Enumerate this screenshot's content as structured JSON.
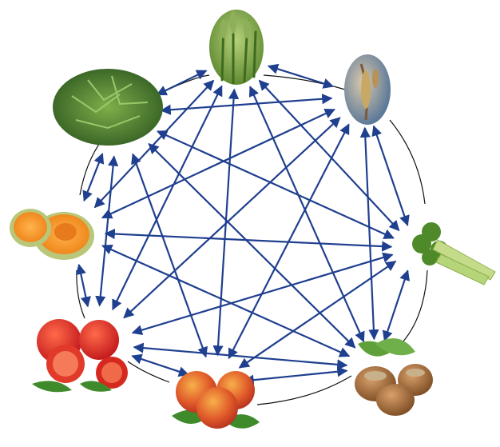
{
  "colors": {
    "arrow": "#1f3f8f",
    "ring": "#111111",
    "background": "#ffffff"
  },
  "nodes": [
    {
      "id": "plantain-grass",
      "icon": "plantain-grass-icon"
    },
    {
      "id": "birch-catkin",
      "icon": "birch-catkin-icon"
    },
    {
      "id": "celery",
      "icon": "celery-icon"
    },
    {
      "id": "hazelnut",
      "icon": "hazelnut-icon"
    },
    {
      "id": "peach",
      "icon": "peach-icon"
    },
    {
      "id": "tomato",
      "icon": "tomato-icon"
    },
    {
      "id": "melon",
      "icon": "melon-icon"
    },
    {
      "id": "mugwort",
      "icon": "mugwort-icon"
    }
  ],
  "connections": [
    [
      "mugwort",
      "plantain-grass"
    ],
    [
      "mugwort",
      "birch-catkin"
    ],
    [
      "mugwort",
      "celery"
    ],
    [
      "mugwort",
      "hazelnut"
    ],
    [
      "mugwort",
      "melon"
    ],
    [
      "mugwort",
      "tomato"
    ],
    [
      "mugwort",
      "peach"
    ],
    [
      "plantain-grass",
      "birch-catkin"
    ],
    [
      "plantain-grass",
      "melon"
    ],
    [
      "plantain-grass",
      "tomato"
    ],
    [
      "plantain-grass",
      "peach"
    ],
    [
      "plantain-grass",
      "hazelnut"
    ],
    [
      "plantain-grass",
      "celery"
    ],
    [
      "birch-catkin",
      "melon"
    ],
    [
      "birch-catkin",
      "tomato"
    ],
    [
      "birch-catkin",
      "peach"
    ],
    [
      "birch-catkin",
      "celery"
    ],
    [
      "birch-catkin",
      "hazelnut"
    ],
    [
      "melon",
      "celery"
    ],
    [
      "melon",
      "tomato"
    ],
    [
      "melon",
      "hazelnut"
    ],
    [
      "celery",
      "tomato"
    ],
    [
      "celery",
      "peach"
    ],
    [
      "celery",
      "hazelnut"
    ],
    [
      "tomato",
      "peach"
    ],
    [
      "tomato",
      "hazelnut"
    ],
    [
      "peach",
      "hazelnut"
    ]
  ]
}
